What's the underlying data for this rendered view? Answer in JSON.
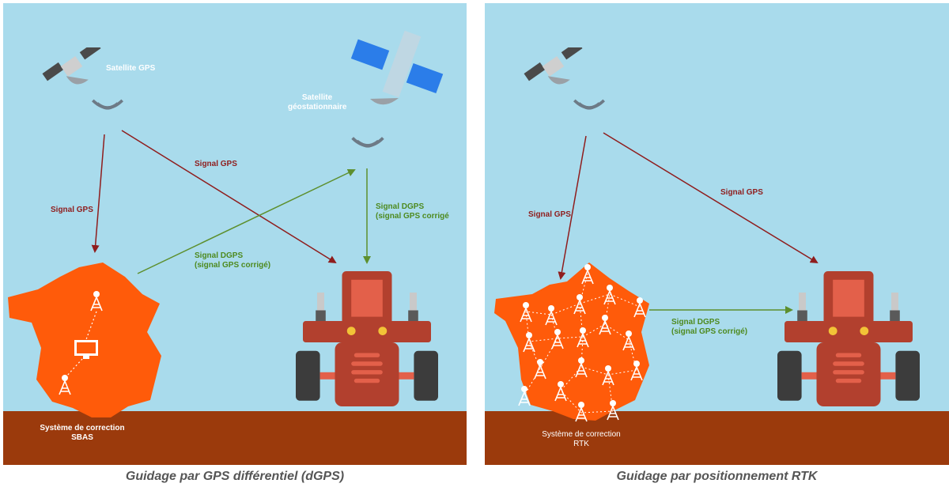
{
  "colors": {
    "sky": "#a9dbec",
    "ground": "#9b3a0c",
    "france": "#ff5b0a",
    "tractor_body": "#b2402e",
    "gps_arrow": "#8f1d1d",
    "dgps_arrow": "#5d8f2d"
  },
  "left": {
    "satellite_gps": "Satellite GPS",
    "satellite_geo_line1": "Satellite",
    "satellite_geo_line2": "géostationnaire",
    "signal_gps_diag": "Signal GPS",
    "signal_gps_down": "Signal GPS",
    "signal_dgps_line1": "Signal DGPS",
    "signal_dgps_line2": "(signal GPS corrigé)",
    "signal_dgps_down_line1": "Signal DGPS",
    "signal_dgps_down_line2": "(signal GPS corrigé",
    "correction_line1": "Système de correction",
    "correction_line2": "SBAS",
    "caption": "Guidage par GPS différentiel (dGPS)"
  },
  "right": {
    "signal_gps_down": "Signal GPS",
    "signal_gps_diag": "Signal GPS",
    "signal_dgps_line1": "Signal DGPS",
    "signal_dgps_line2": "(signal GPS corrigé)",
    "correction_line1": "Système de correction",
    "correction_line2": "RTK",
    "caption": "Guidage par positionnement RTK"
  }
}
